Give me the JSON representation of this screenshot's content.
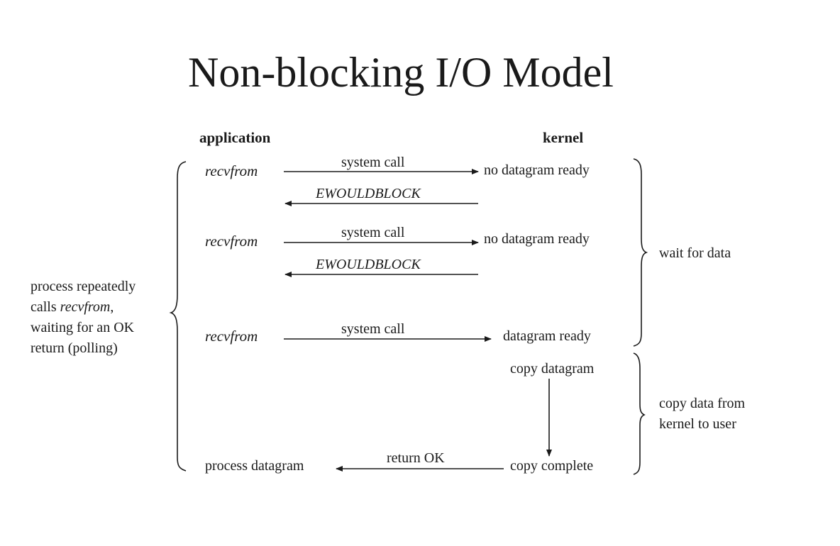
{
  "title": "Non-blocking I/O Model",
  "columns": {
    "application": "application",
    "kernel": "kernel"
  },
  "rows": [
    {
      "app": "recvfrom",
      "call": "system call",
      "kernel": "no datagram ready",
      "reply": "EWOULDBLOCK"
    },
    {
      "app": "recvfrom",
      "call": "system call",
      "kernel": "no datagram ready",
      "reply": "EWOULDBLOCK"
    },
    {
      "app": "recvfrom",
      "call": "system call",
      "kernel": "datagram ready"
    }
  ],
  "copy_start": "copy datagram",
  "copy_end": "copy complete",
  "return_label": "return OK",
  "final_app": "process datagram",
  "left_note": {
    "line1": "process repeatedly",
    "line2_prefix": "calls ",
    "line2_italic": "recvfrom",
    "line2_suffix": ",",
    "line3": "waiting for an OK",
    "line4": "return (polling)"
  },
  "phases": {
    "wait": "wait for data",
    "copy_line1": "copy data from",
    "copy_line2": "kernel to user"
  }
}
